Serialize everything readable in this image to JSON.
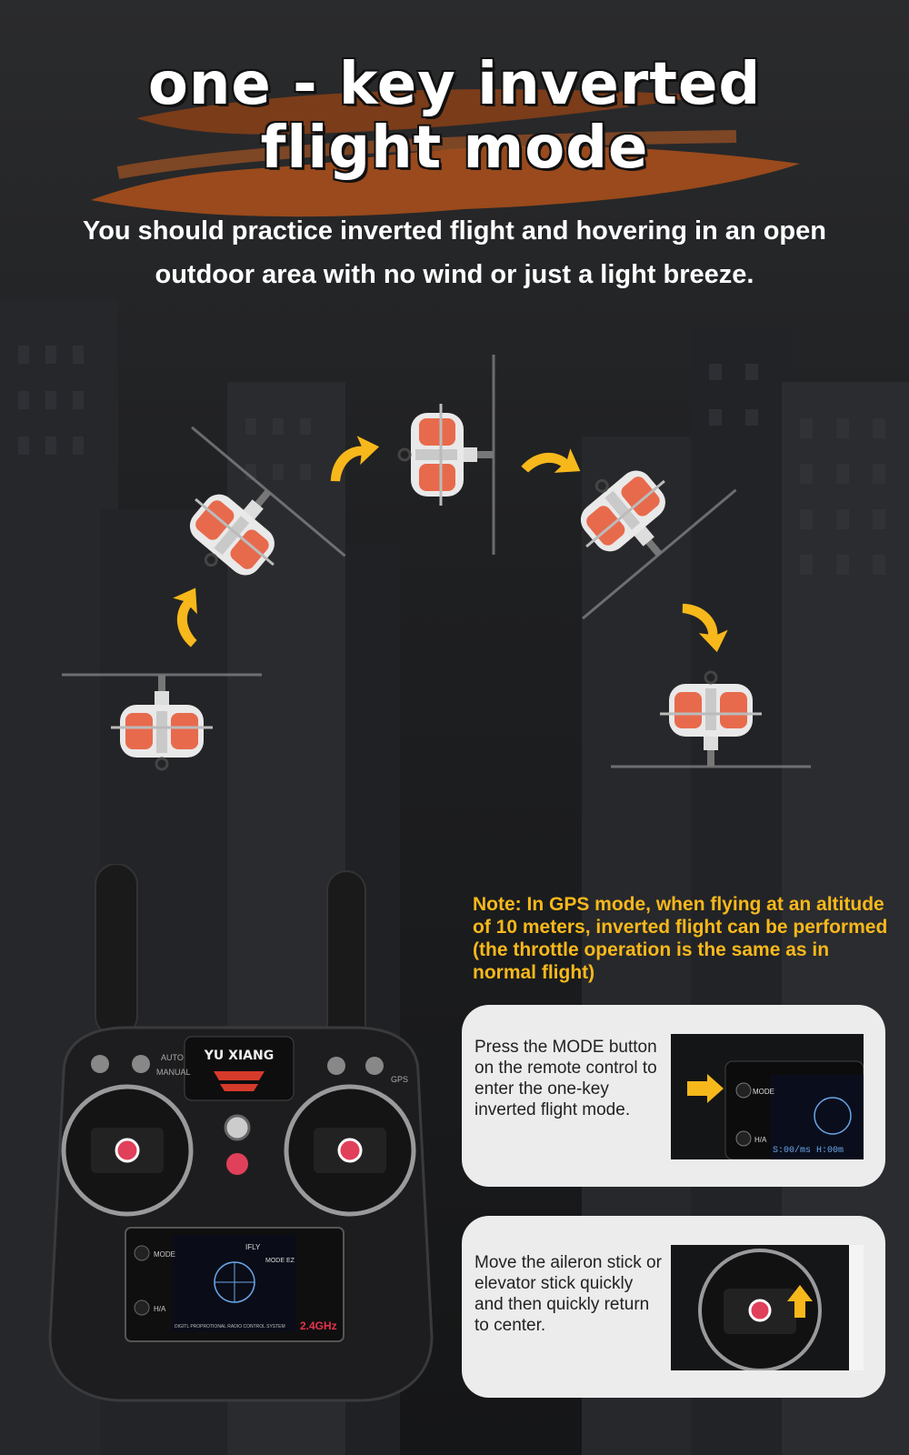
{
  "header": {
    "title_line1": "one - key inverted",
    "title_line2": "flight mode",
    "subtitle_line1": "You should practice inverted flight and hovering in an open",
    "subtitle_line2": "outdoor area with no wind or just a light breeze."
  },
  "colors": {
    "accent": "#f7b81b",
    "brush": "#9a4a1c",
    "card_bg": "#ececec",
    "background": "#1e1f21"
  },
  "icons": [
    "curved-arrow-icon",
    "helicopter-icon",
    "up-arrow-icon",
    "right-arrow-icon"
  ],
  "remote": {
    "brand": "YU XIANG",
    "switch_auto": "AUTO",
    "switch_manual": "MANUAL",
    "switch_gps": "GPS",
    "mode_label": "MODE",
    "ha_label": "H/A",
    "screen_mode": "MODE EZ",
    "screen_logo": "IFLY",
    "footer_text": "DIGITL PROPROTIONAL RADIO CONTROL SYSTEM",
    "frequency": "2.4GHz"
  },
  "note": {
    "text": "Note: In GPS mode, when flying at an altitude of 10 meters, inverted flight can be performed (the throttle operation is the same as in normal flight)"
  },
  "steps": [
    {
      "text": "Press the MODE button on the remote control to enter the one-key inverted flight mode.",
      "mode_label": "MODE",
      "ha_label": "H/A",
      "screen_readout": "S:00/ms H:00m"
    },
    {
      "text": "Move the aileron stick or elevator stick quickly and then quickly return to center."
    }
  ]
}
